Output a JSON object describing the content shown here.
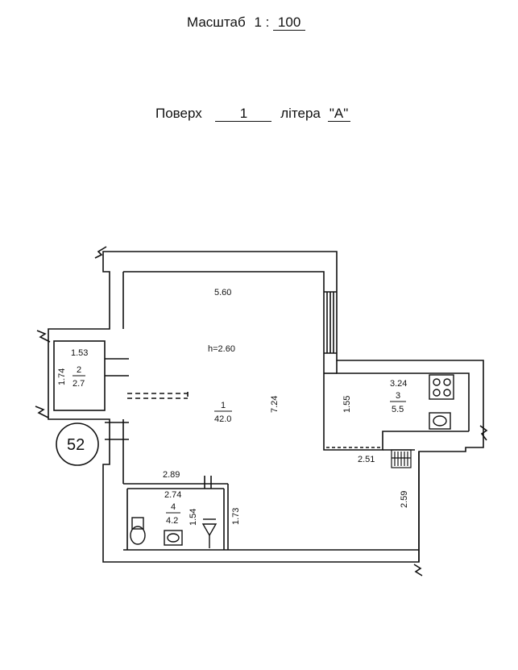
{
  "header": {
    "scale_label": "Масштаб",
    "scale_prefix": "1 :",
    "scale_value": "100",
    "floor_label": "Поверх",
    "floor_value": "1",
    "letter_label": "літера",
    "letter_value": "\"А\""
  },
  "plan": {
    "unit_number": "52",
    "main_room": {
      "width": "5.60",
      "height_note": "h=2.60",
      "number": "1",
      "area": "42.0",
      "length": "7.24"
    },
    "storage": {
      "width": "1.53",
      "length": "1.74",
      "number": "2",
      "area": "2.7"
    },
    "kitchen": {
      "width": "3.24",
      "length": "1.55",
      "number": "3",
      "area": "5.5"
    },
    "bathroom": {
      "width": "2.74",
      "length": "1.54",
      "number": "4",
      "area": "4.2"
    },
    "dimensions": {
      "bath_outer_width": "2.89",
      "corridor_length": "1.73",
      "lower_width": "2.51",
      "lower_length": "2.59"
    }
  }
}
